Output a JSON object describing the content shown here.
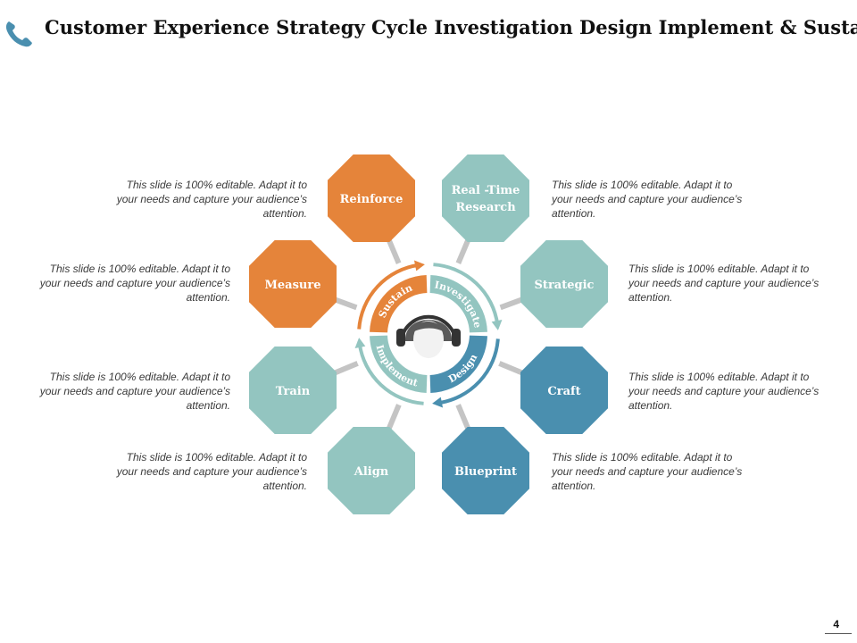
{
  "title": "Customer Experience Strategy Cycle Investigation Design Implement & Sustain",
  "page_number": "4",
  "colors": {
    "orange": "#E5843A",
    "teal_light": "#93C5C0",
    "blue": "#4A8FAF",
    "connector": "#C4C4C4",
    "avatar_hair": "#5a5a5a"
  },
  "phases": [
    {
      "label": "Sustain",
      "color": "#E5843A"
    },
    {
      "label": "Investigate",
      "color": "#93C5C0"
    },
    {
      "label": "Design",
      "color": "#4A8FAF"
    },
    {
      "label": "Implement",
      "color": "#93C5C0"
    }
  ],
  "nodes": [
    {
      "line1": "Reinforce",
      "line2": "",
      "color": "#E5843A"
    },
    {
      "line1": "Real -Time",
      "line2": "Research",
      "color": "#93C5C0"
    },
    {
      "line1": "Strategic",
      "line2": "",
      "color": "#93C5C0"
    },
    {
      "line1": "Craft",
      "line2": "",
      "color": "#4A8FAF"
    },
    {
      "line1": "Blueprint",
      "line2": "",
      "color": "#4A8FAF"
    },
    {
      "line1": "Align",
      "line2": "",
      "color": "#93C5C0"
    },
    {
      "line1": "Train",
      "line2": "",
      "color": "#93C5C0"
    },
    {
      "line1": "Measure",
      "line2": "",
      "color": "#E5843A"
    }
  ],
  "descriptions": [
    "This slide is 100% editable. Adapt it to your needs and capture your audience’s attention.",
    "This slide is 100% editable. Adapt it to your needs and capture your audience’s attention.",
    "This slide is 100% editable. Adapt it to your needs and capture your audience’s attention.",
    "This slide is 100% editable. Adapt it to your needs and capture your audience’s attention.",
    "This slide is 100% editable. Adapt it to your needs and capture your audience’s attention.",
    "This slide is 100% editable. Adapt it to your needs and capture your audience’s attention.",
    "This slide is 100% editable. Adapt it to your needs and capture your audience’s attention.",
    "This slide is 100% editable. Adapt it to your needs and capture your audience’s attention."
  ]
}
